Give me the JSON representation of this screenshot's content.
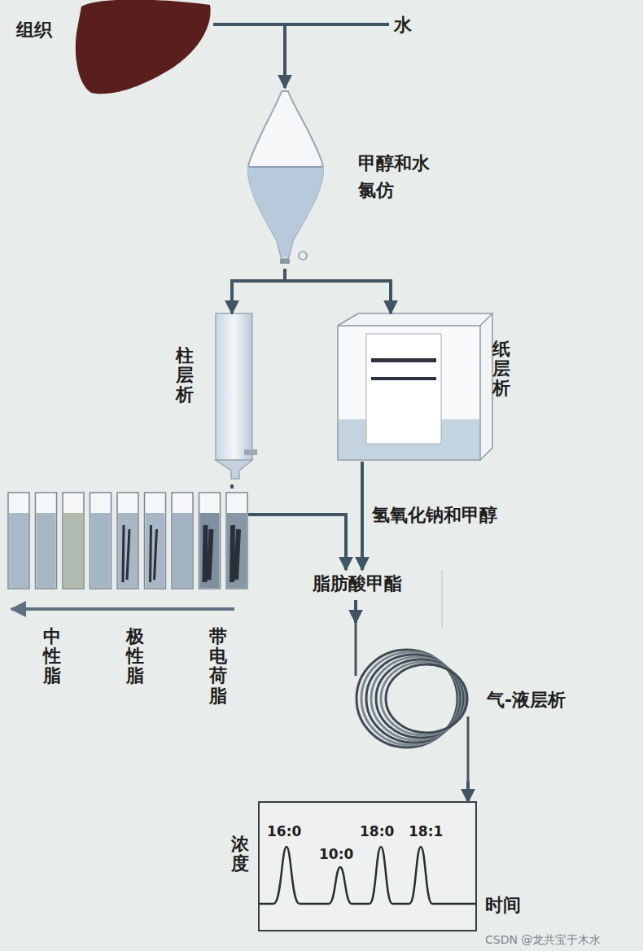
{
  "diagram": {
    "nodes": [
      {
        "text": [
          "组织"
        ]
      },
      {
        "text": [
          "甲醇和水 氯仿"
        ]
      },
      {
        "text": [
          "柱层析"
        ]
      },
      {
        "text": [
          "纸层析"
        ]
      },
      {
        "text": [
          "中性脂",
          "极性脂",
          "带电荷脂"
        ]
      },
      {
        "text": [
          "脂肪酸甲酯"
        ]
      },
      {
        "text": [
          "气-液层析"
        ]
      },
      {
        "text": [
          "浓度",
          "时间",
          "16:0",
          "10:0",
          "18:0",
          "18:1"
        ]
      }
    ],
    "edges": [
      {
        "from": 0,
        "to": 1,
        "arrow": "to"
      },
      {
        "from": 1,
        "to": 2,
        "arrow": "to"
      },
      {
        "from": 1,
        "to": 3,
        "arrow": "to"
      },
      {
        "from": 2,
        "to": 4,
        "arrow": "none"
      },
      {
        "from": 4,
        "to": 5,
        "arrow": "to"
      },
      {
        "from": 3,
        "to": 5,
        "label": "氢氧化钠和甲醇",
        "arrow": "to"
      },
      {
        "from": 5,
        "to": 6,
        "arrow": "to"
      },
      {
        "from": 6,
        "to": 7,
        "arrow": "to"
      }
    ],
    "labels": [
      "水",
      "CSDN @龙共宝于木水"
    ]
  }
}
